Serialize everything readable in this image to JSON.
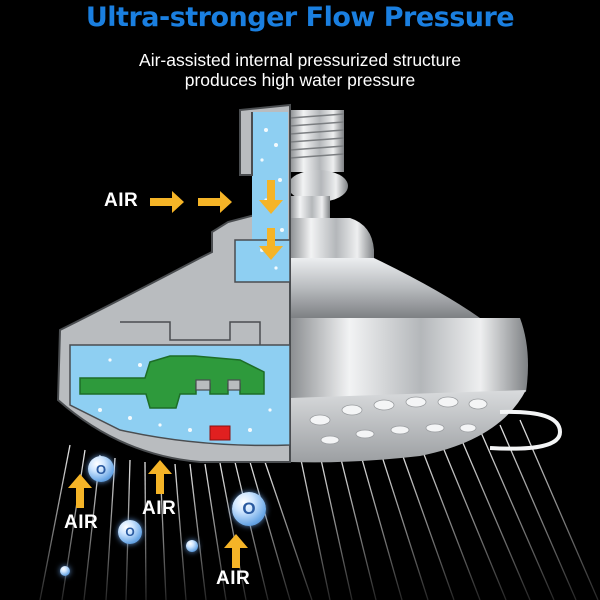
{
  "headline": {
    "text": "Ultra-stronger Flow Pressure",
    "color": "#1a7fe0"
  },
  "subheading": {
    "line1": "Air-assisted internal pressurized structure",
    "line2": "produces high water pressure"
  },
  "air_labels": {
    "left": "AIR",
    "bottom_left": "AIR",
    "bottom_mid": "AIR",
    "bottom_center": "AIR"
  },
  "oxygen_bubble_text": "O",
  "colors": {
    "arrow": "#f5b427",
    "water": "#8ecff2",
    "cutaway": "#b9bcbf",
    "valve": "#2e9a3c",
    "red_marker": "#e02020",
    "chrome": "#d6d8da"
  },
  "icons": [
    "arrow-right-icon",
    "arrow-down-icon",
    "arrow-up-icon",
    "oxygen-bubble-icon"
  ]
}
